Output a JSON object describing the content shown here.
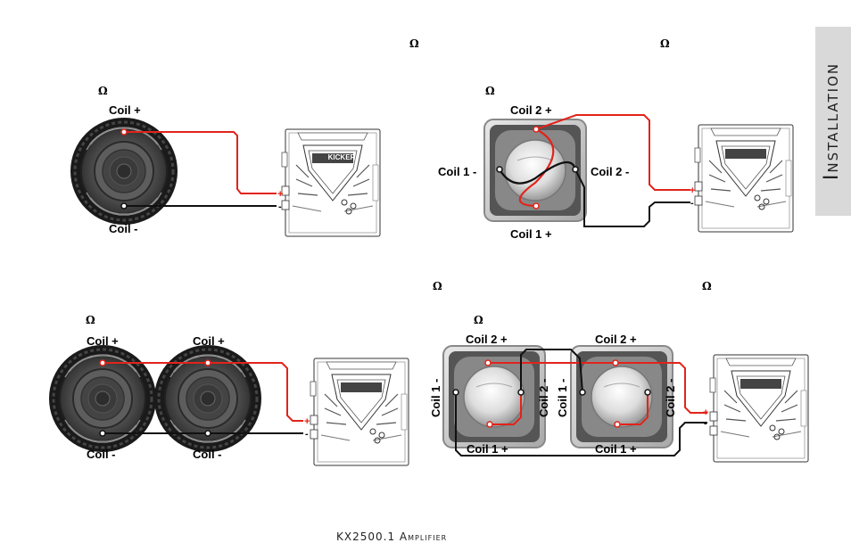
{
  "side_tab": {
    "text": "Installation"
  },
  "footer": {
    "text": "KX2500.1 Amplifier"
  },
  "ohm_symbol": "Ω",
  "amp_logo_text": "KICKER",
  "terminal_plus": "+",
  "terminal_minus": "-",
  "diagrams": {
    "d1": {
      "coil_plus": "Coil +",
      "coil_minus": "Coil -"
    },
    "d2": {
      "coil2_plus": "Coil 2 +",
      "coil1_minus": "Coil 1 -",
      "coil2_minus": "Coil 2 -",
      "coil1_plus": "Coil 1 +"
    },
    "d3": {
      "a_plus": "Coil +",
      "b_plus": "Coil +",
      "a_minus": "Coil -",
      "b_minus": "Coil -"
    },
    "d4": {
      "a_coil2_plus": "Coil 2 +",
      "b_coil2_plus": "Coil 2 +",
      "a_coil1_minus": "Coil 1 -",
      "a_coil2_minus": "Coil 2 -",
      "b_coil1_minus": "Coil 1 -",
      "b_coil2_minus": "Coil 2 -",
      "a_coil1_plus": "Coil 1 +",
      "b_coil1_plus": "Coil 1 +"
    }
  },
  "colors": {
    "positive_wire": "#e2231a",
    "negative_wire": "#111111",
    "tab_bg": "#d9d9d9"
  }
}
